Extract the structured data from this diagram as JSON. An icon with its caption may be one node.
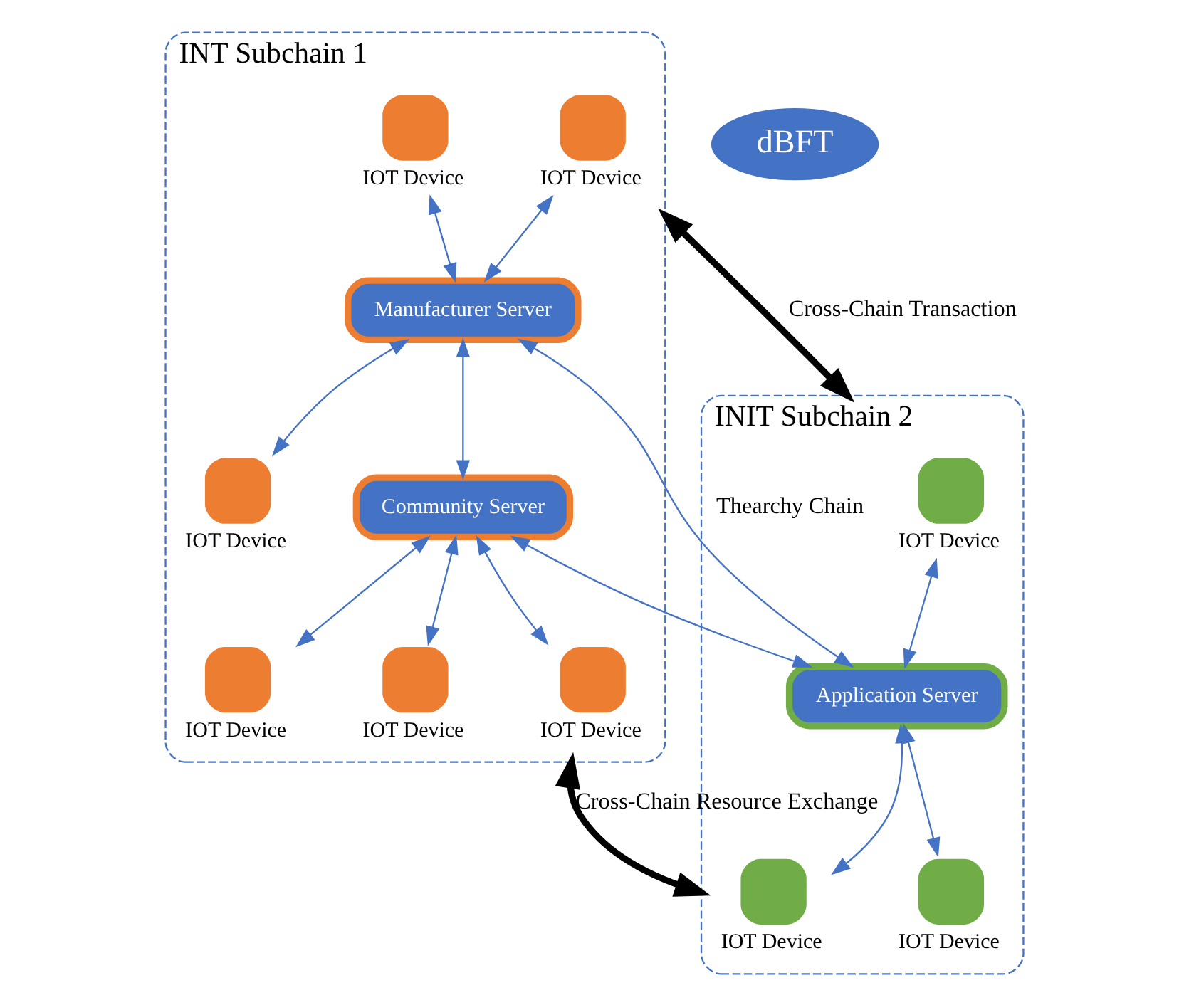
{
  "diagram": {
    "nodes": [
      {
        "text": [
          "INT Subchain 1"
        ]
      },
      {
        "text": [
          "IOT Device"
        ],
        "in": 0
      },
      {
        "text": [
          "IOT Device"
        ],
        "in": 0
      },
      {
        "text": [
          "Manufacturer Server"
        ],
        "in": 0
      },
      {
        "text": [
          "IOT Device"
        ],
        "in": 0
      },
      {
        "text": [
          "dBFT"
        ]
      },
      {
        "text": [
          "Community Server"
        ],
        "in": 0
      },
      {
        "text": [
          "IOT Device"
        ],
        "in": 0
      },
      {
        "text": [
          "IOT Device"
        ],
        "in": 0
      },
      {
        "text": [
          "IOT Device"
        ],
        "in": 0
      },
      {
        "text": [
          "INIT Subchain 2"
        ]
      },
      {
        "text": [
          "IOT Device"
        ],
        "in": 10
      },
      {
        "text": [
          "Application Server"
        ],
        "in": 10
      },
      {
        "text": [
          "IOT Device"
        ],
        "in": 10
      },
      {
        "text": [
          "IOT Device"
        ],
        "in": 10
      }
    ],
    "edges": [
      {
        "from": 0,
        "to": 10,
        "arrow": "both",
        "label": "Cross-Chain Transaction",
        "style": "thick",
        "color": "#000000"
      },
      {
        "from": 1,
        "to": 3,
        "arrow": "both"
      },
      {
        "from": 2,
        "to": 3,
        "arrow": "both"
      },
      {
        "from": 3,
        "to": 4,
        "arrow": "both"
      },
      {
        "from": 3,
        "to": 12,
        "arrow": "both",
        "label": "Thearchy Chain"
      },
      {
        "from": 3,
        "to": 6,
        "arrow": "both"
      },
      {
        "from": 12,
        "to": 6,
        "arrow": "both"
      },
      {
        "from": 6,
        "to": 7,
        "arrow": "both"
      },
      {
        "from": 6,
        "to": 8,
        "arrow": "both"
      },
      {
        "from": 6,
        "to": 9,
        "arrow": "both"
      },
      {
        "from": 11,
        "to": 12,
        "arrow": "both"
      },
      {
        "from": 12,
        "to": 13,
        "arrow": "both"
      },
      {
        "from": 12,
        "to": 14,
        "arrow": "both"
      },
      {
        "from": 0,
        "to": 10,
        "arrow": "both",
        "label": "Cross-Chain Resource Exchange",
        "style": "thick",
        "color": "#000000"
      }
    ]
  }
}
